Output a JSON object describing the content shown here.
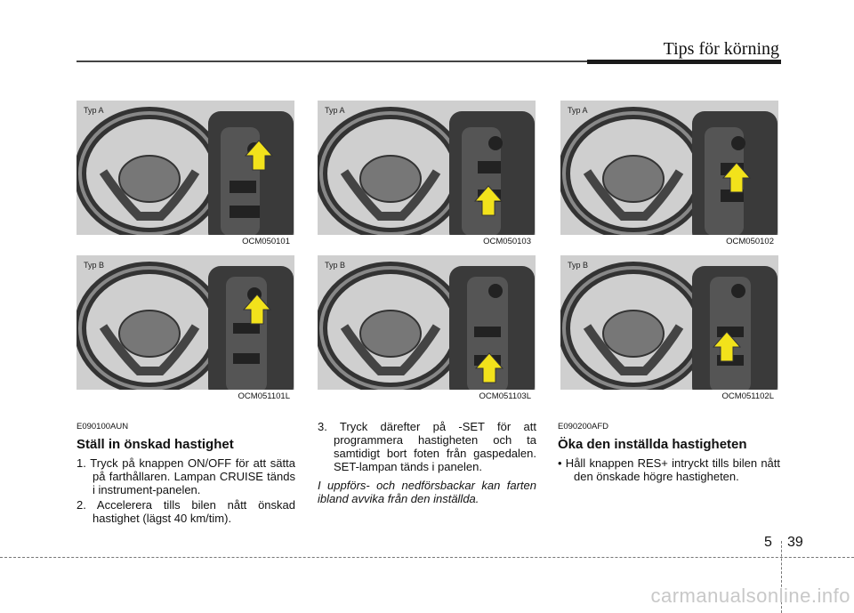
{
  "header": {
    "title": "Tips för körning"
  },
  "figures": [
    {
      "type": "Typ A",
      "code": "OCM050101"
    },
    {
      "type": "Typ A",
      "code": "OCM050103"
    },
    {
      "type": "Typ A",
      "code": "OCM050102"
    },
    {
      "type": "Typ B",
      "code": "OCM051101L"
    },
    {
      "type": "Typ B",
      "code": "OCM051103L"
    },
    {
      "type": "Typ B",
      "code": "OCM051102L"
    }
  ],
  "col1": {
    "section": "E090100AUN",
    "heading": "Ställ in önskad hastighet",
    "p1": "1. Tryck på knappen ON/OFF för att sätta på farthållaren. Lampan CRUISE tänds i instrument-panelen.",
    "p2": "2. Accelerera tills bilen nått önskad hastighet (lägst 40 km/tim)."
  },
  "col2": {
    "p3": "3. Tryck därefter på -SET för att programmera hastigheten och ta samtidigt bort foten från gaspedalen. SET-lampan tänds i panelen.",
    "note": "I uppförs- och nedförsbackar kan farten ibland avvika från den inställda."
  },
  "col3": {
    "section": "E090200AFD",
    "heading": "Öka den inställda hastigheten",
    "bullet": "•  Håll knappen RES+ intryckt tills bilen nått den önskade högre hastigheten."
  },
  "footer": {
    "chapter": "5",
    "page": "39"
  },
  "watermark": "carmanualsonline.info"
}
